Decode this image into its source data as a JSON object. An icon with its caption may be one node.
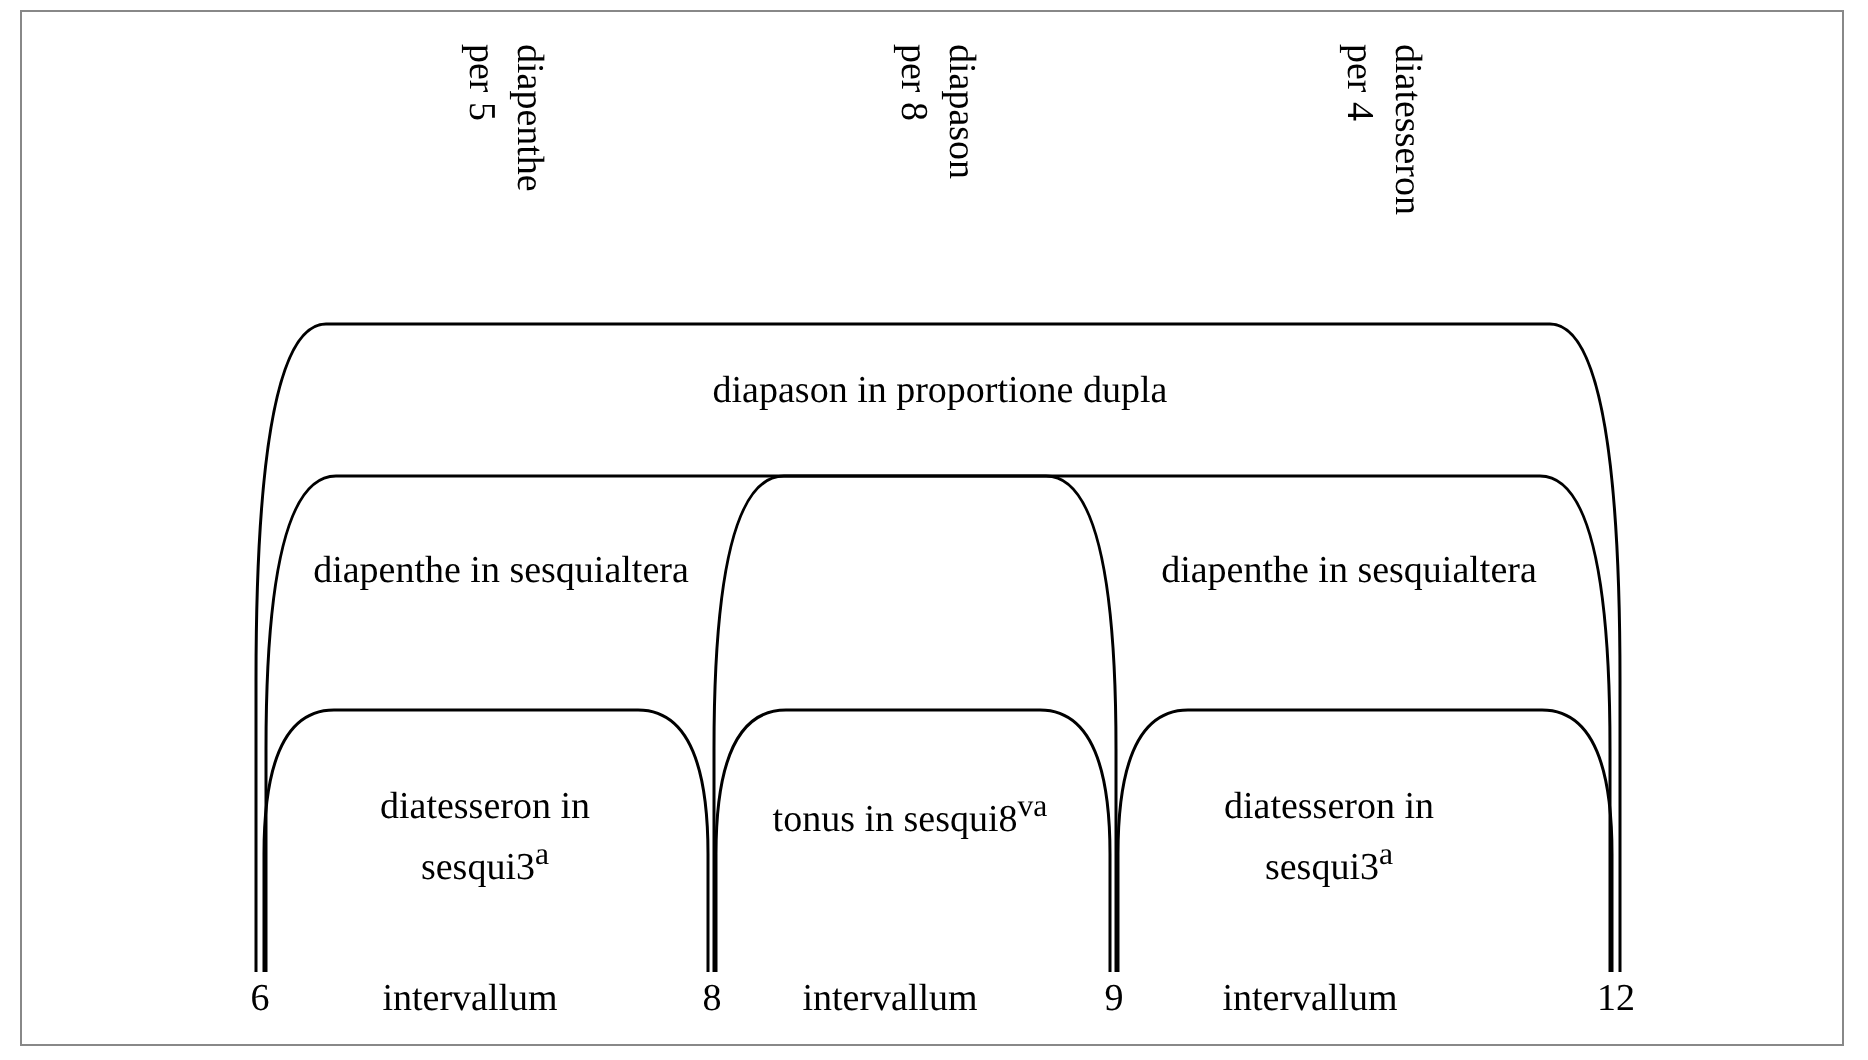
{
  "diagram": {
    "nodes": [
      {
        "text": [
          "6"
        ]
      },
      {
        "text": [
          "8"
        ]
      },
      {
        "text": [
          "9"
        ]
      },
      {
        "text": [
          "12"
        ]
      }
    ],
    "edges": [
      {
        "from": 0,
        "to": 3,
        "arrow": "none",
        "label": "diapason in proportione dupla"
      },
      {
        "from": 0,
        "to": 2,
        "arrow": "none",
        "label": "diapenthe in sesquialtera"
      },
      {
        "from": 1,
        "to": 3,
        "arrow": "none",
        "label": "diapenthe in sesquialtera"
      },
      {
        "from": 0,
        "to": 1,
        "arrow": "none",
        "label": "diatesseron in sesqui3$^{a}$"
      },
      {
        "from": 1,
        "to": 2,
        "arrow": "none",
        "label": "tonus in sesqui8$^{va}$"
      },
      {
        "from": 2,
        "to": 3,
        "arrow": "none",
        "label": "diatesseron in sesqui3$^{a}$"
      }
    ],
    "labels": [
      "diapenthe per 5",
      "diapason per 8",
      "diatesseron per 4",
      "intervallum",
      "intervallum",
      "intervallum"
    ]
  }
}
